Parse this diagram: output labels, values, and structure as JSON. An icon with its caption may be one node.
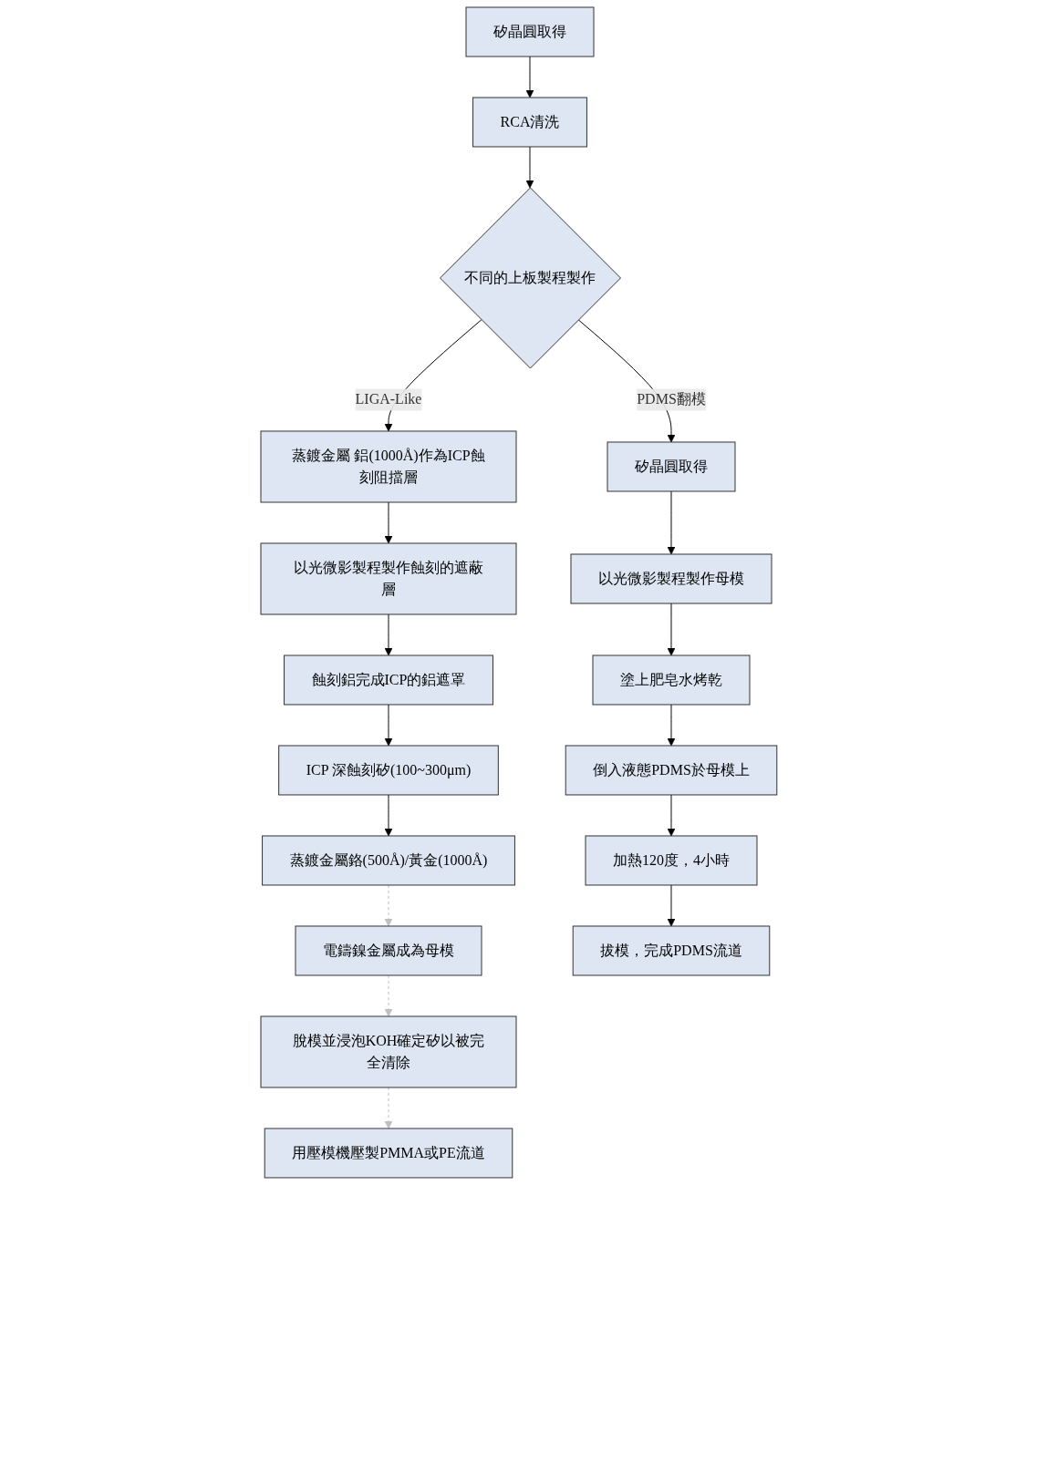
{
  "diagram": {
    "nodes": [
      {
        "text": [
          "矽晶圓取得"
        ]
      },
      {
        "text": [
          "RCA清洗"
        ]
      },
      {
        "text": [
          "不同的上板製程製作"
        ]
      },
      {
        "text": [
          "蒸鍍金屬 鋁(1000Å)作為ICP蝕刻阻擋層"
        ]
      },
      {
        "text": [
          "以光微影製程製作蝕刻的遮蔽層"
        ]
      },
      {
        "text": [
          "蝕刻鋁完成ICP的鋁遮罩"
        ]
      },
      {
        "text": [
          "ICP 深蝕刻矽(100~300μm)"
        ]
      },
      {
        "text": [
          "蒸鍍金屬鉻(500Å)/黃金(1000Å)"
        ]
      },
      {
        "text": [
          "電鑄鎳金屬成為母模"
        ]
      },
      {
        "text": [
          "脫模並浸泡KOH確定矽以被完全清除"
        ]
      },
      {
        "text": [
          "用壓模機壓製PMMA或PE流道"
        ]
      },
      {
        "text": [
          "矽晶圓取得"
        ]
      },
      {
        "text": [
          "以光微影製程製作母模"
        ]
      },
      {
        "text": [
          "塗上肥皂水烤乾"
        ]
      },
      {
        "text": [
          "倒入液態PDMS於母模上"
        ]
      },
      {
        "text": [
          "加熱120度，4小時"
        ]
      },
      {
        "text": [
          "拔模，完成PDMS流道"
        ]
      }
    ],
    "edges": [
      {
        "from": 0,
        "to": 1,
        "arrow": "to"
      },
      {
        "from": 1,
        "to": 2,
        "arrow": "to"
      },
      {
        "from": 2,
        "to": 3,
        "arrow": "to",
        "label": "LIGA-Like"
      },
      {
        "from": 2,
        "to": 11,
        "arrow": "to",
        "label": "PDMS翻模"
      },
      {
        "from": 3,
        "to": 4,
        "arrow": "to"
      },
      {
        "from": 4,
        "to": 5,
        "arrow": "to"
      },
      {
        "from": 5,
        "to": 6,
        "arrow": "to"
      },
      {
        "from": 6,
        "to": 7,
        "arrow": "to"
      },
      {
        "from": 7,
        "to": 8,
        "arrow": "to",
        "style": "dashed",
        "color": "#bfbfbf"
      },
      {
        "from": 8,
        "to": 9,
        "arrow": "to",
        "style": "dashed",
        "color": "#bfbfbf"
      },
      {
        "from": 9,
        "to": 10,
        "arrow": "to",
        "style": "dashed",
        "color": "#bfbfbf"
      },
      {
        "from": 11,
        "to": 12,
        "arrow": "to"
      },
      {
        "from": 12,
        "to": 13,
        "arrow": "to"
      },
      {
        "from": 13,
        "to": 14,
        "arrow": "to"
      },
      {
        "from": 14,
        "to": 15,
        "arrow": "to"
      },
      {
        "from": 15,
        "to": 16,
        "arrow": "to"
      }
    ]
  }
}
